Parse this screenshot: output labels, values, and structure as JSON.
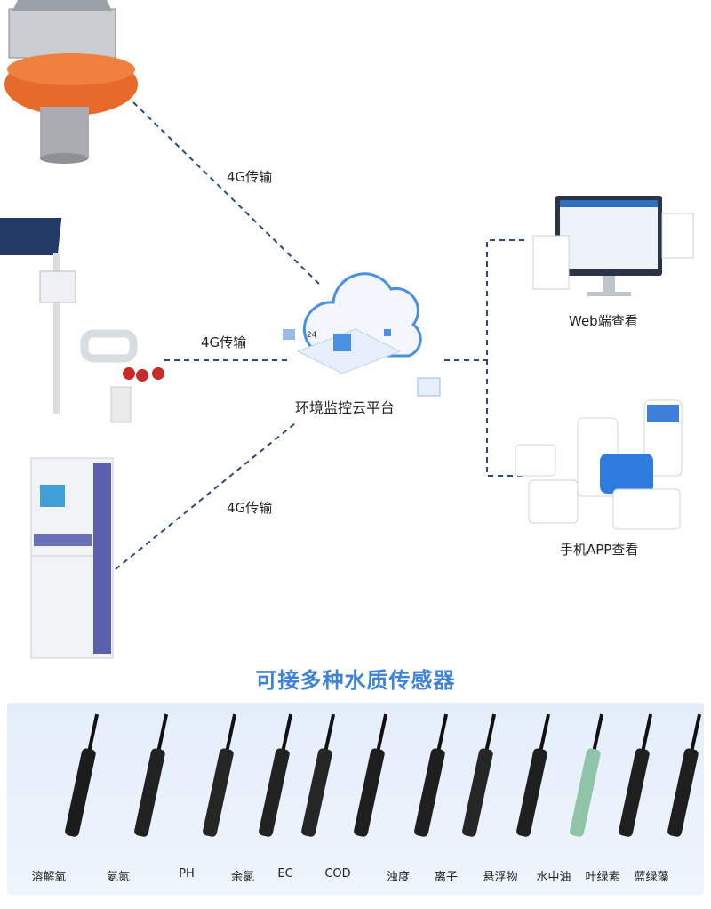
{
  "devices": {
    "buoy_link": "4G传输",
    "station_link": "4G传输",
    "cabinet_link": "4G传输"
  },
  "platform": {
    "label": "环境监控云平台",
    "badge": "24"
  },
  "outputs": {
    "web": "Web端查看",
    "app": "手机APP查看"
  },
  "sensors_title": "可接多种水质传感器",
  "sensors": [
    {
      "label": "溶解氧",
      "color": "#1c1c1c"
    },
    {
      "label": "氨氮",
      "color": "#222222"
    },
    {
      "label": "PH",
      "color": "#262626"
    },
    {
      "label": "余氯",
      "color": "#222222"
    },
    {
      "label": "EC",
      "color": "#262626"
    },
    {
      "label": "COD",
      "color": "#1f1f1f"
    },
    {
      "label": "浊度",
      "color": "#1f1f1f"
    },
    {
      "label": "离子",
      "color": "#262626"
    },
    {
      "label": "悬浮物",
      "color": "#1f1f1f"
    },
    {
      "label": "水中油",
      "color": "#8fc4a8"
    },
    {
      "label": "叶绿素",
      "color": "#1f1f1f"
    },
    {
      "label": "蓝绿藻",
      "color": "#1f1f1f"
    }
  ],
  "colors": {
    "accent": "#3f83d8",
    "line": "#2d4a7a"
  }
}
